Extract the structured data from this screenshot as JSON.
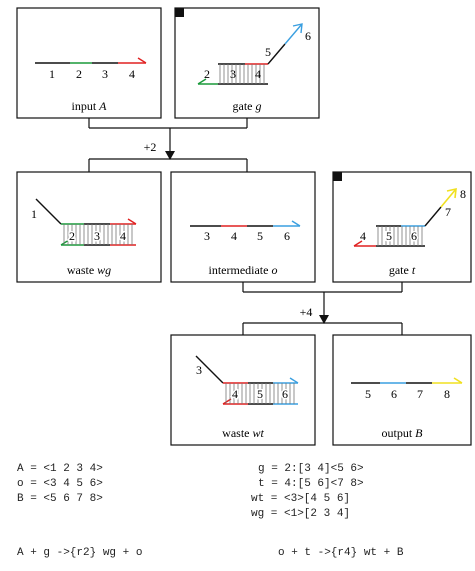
{
  "panels": {
    "input_a": {
      "caption": "input",
      "caption_italic": "A",
      "labels": [
        "1",
        "2",
        "3",
        "4"
      ]
    },
    "gate_g": {
      "caption": "gate",
      "caption_italic": "g",
      "labels": [
        "2",
        "3",
        "4",
        "5",
        "6"
      ]
    },
    "waste_wg": {
      "caption": "waste",
      "caption_italic": "wg",
      "labels": [
        "1",
        "2",
        "3",
        "4"
      ]
    },
    "intermediate_o": {
      "caption": "intermediate",
      "caption_italic": "o",
      "labels": [
        "3",
        "4",
        "5",
        "6"
      ]
    },
    "gate_t": {
      "caption": "gate",
      "caption_italic": "t",
      "labels": [
        "4",
        "5",
        "6",
        "7",
        "8"
      ]
    },
    "waste_wt": {
      "caption": "waste",
      "caption_italic": "wt",
      "labels": [
        "3",
        "4",
        "5",
        "6"
      ]
    },
    "output_b": {
      "caption": "output",
      "caption_italic": "B",
      "labels": [
        "5",
        "6",
        "7",
        "8"
      ]
    }
  },
  "arrows": {
    "first": "+2",
    "second": "+4"
  },
  "species": {
    "left": [
      "A = <1 2 3 4>",
      "o = <3 4 5 6>",
      "B = <5 6 7 8>"
    ],
    "right": [
      "g = 2:[3 4]<5 6>",
      "t = 4:[5 6]<7 8>",
      "wt = <3>[4 5 6]",
      "wg = <1>[2 3 4]"
    ]
  },
  "reactions": {
    "left": "A + g ->{r2} wg + o",
    "right": "o + t ->{r4} wt + B"
  },
  "domain_colors": {
    "1": "#111111",
    "2": "#1a9a3a",
    "3": "#111111",
    "4": "#e02020",
    "5": "#111111",
    "6": "#3a9fe0",
    "7": "#111111",
    "8": "#f0e020"
  }
}
